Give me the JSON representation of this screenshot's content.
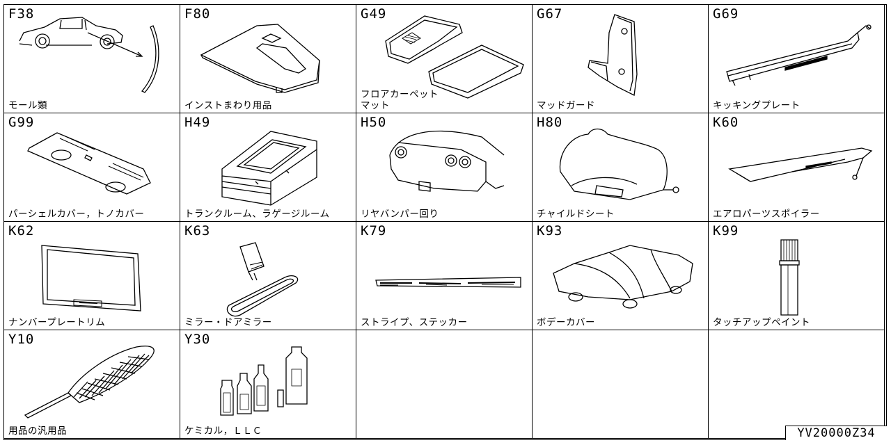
{
  "reference_code": "YV20000Z34",
  "cells": [
    {
      "code": "F38",
      "label": "モール類",
      "icon": "car-molding-icon"
    },
    {
      "code": "F80",
      "label": "インストまわり用品",
      "icon": "instrument-panel-icon"
    },
    {
      "code": "G49",
      "label": "フロアカーペット\nマット",
      "icon": "floor-mat-icon"
    },
    {
      "code": "G67",
      "label": "マッドガード",
      "icon": "mud-guard-icon"
    },
    {
      "code": "G69",
      "label": "キッキングプレート",
      "icon": "kicking-plate-icon"
    },
    {
      "code": "G99",
      "label": "パーシェルカバー，トノカバー",
      "icon": "parcel-shelf-icon"
    },
    {
      "code": "H49",
      "label": "トランクルーム、ラゲージルーム",
      "icon": "trunk-box-icon"
    },
    {
      "code": "H50",
      "label": "リヤバンパー回り",
      "icon": "rear-bumper-icon"
    },
    {
      "code": "H80",
      "label": "チャイルドシート",
      "icon": "child-seat-icon"
    },
    {
      "code": "K60",
      "label": "エアロパーツスポイラー",
      "icon": "spoiler-icon"
    },
    {
      "code": "K62",
      "label": "ナンバープレートリム",
      "icon": "license-plate-rim-icon"
    },
    {
      "code": "K63",
      "label": "ミラー・ドアミラー",
      "icon": "mirror-icon"
    },
    {
      "code": "K79",
      "label": "ストライプ、ステッカー",
      "icon": "stripe-sticker-icon"
    },
    {
      "code": "K93",
      "label": "ボデーカバー",
      "icon": "body-cover-icon"
    },
    {
      "code": "K99",
      "label": "タッチアップペイント",
      "icon": "touch-up-paint-icon"
    },
    {
      "code": "Y10",
      "label": "用品の汎用品",
      "icon": "duster-icon"
    },
    {
      "code": "Y30",
      "label": "ケミカル，ＬＬＣ",
      "icon": "chemical-bottles-icon"
    }
  ]
}
